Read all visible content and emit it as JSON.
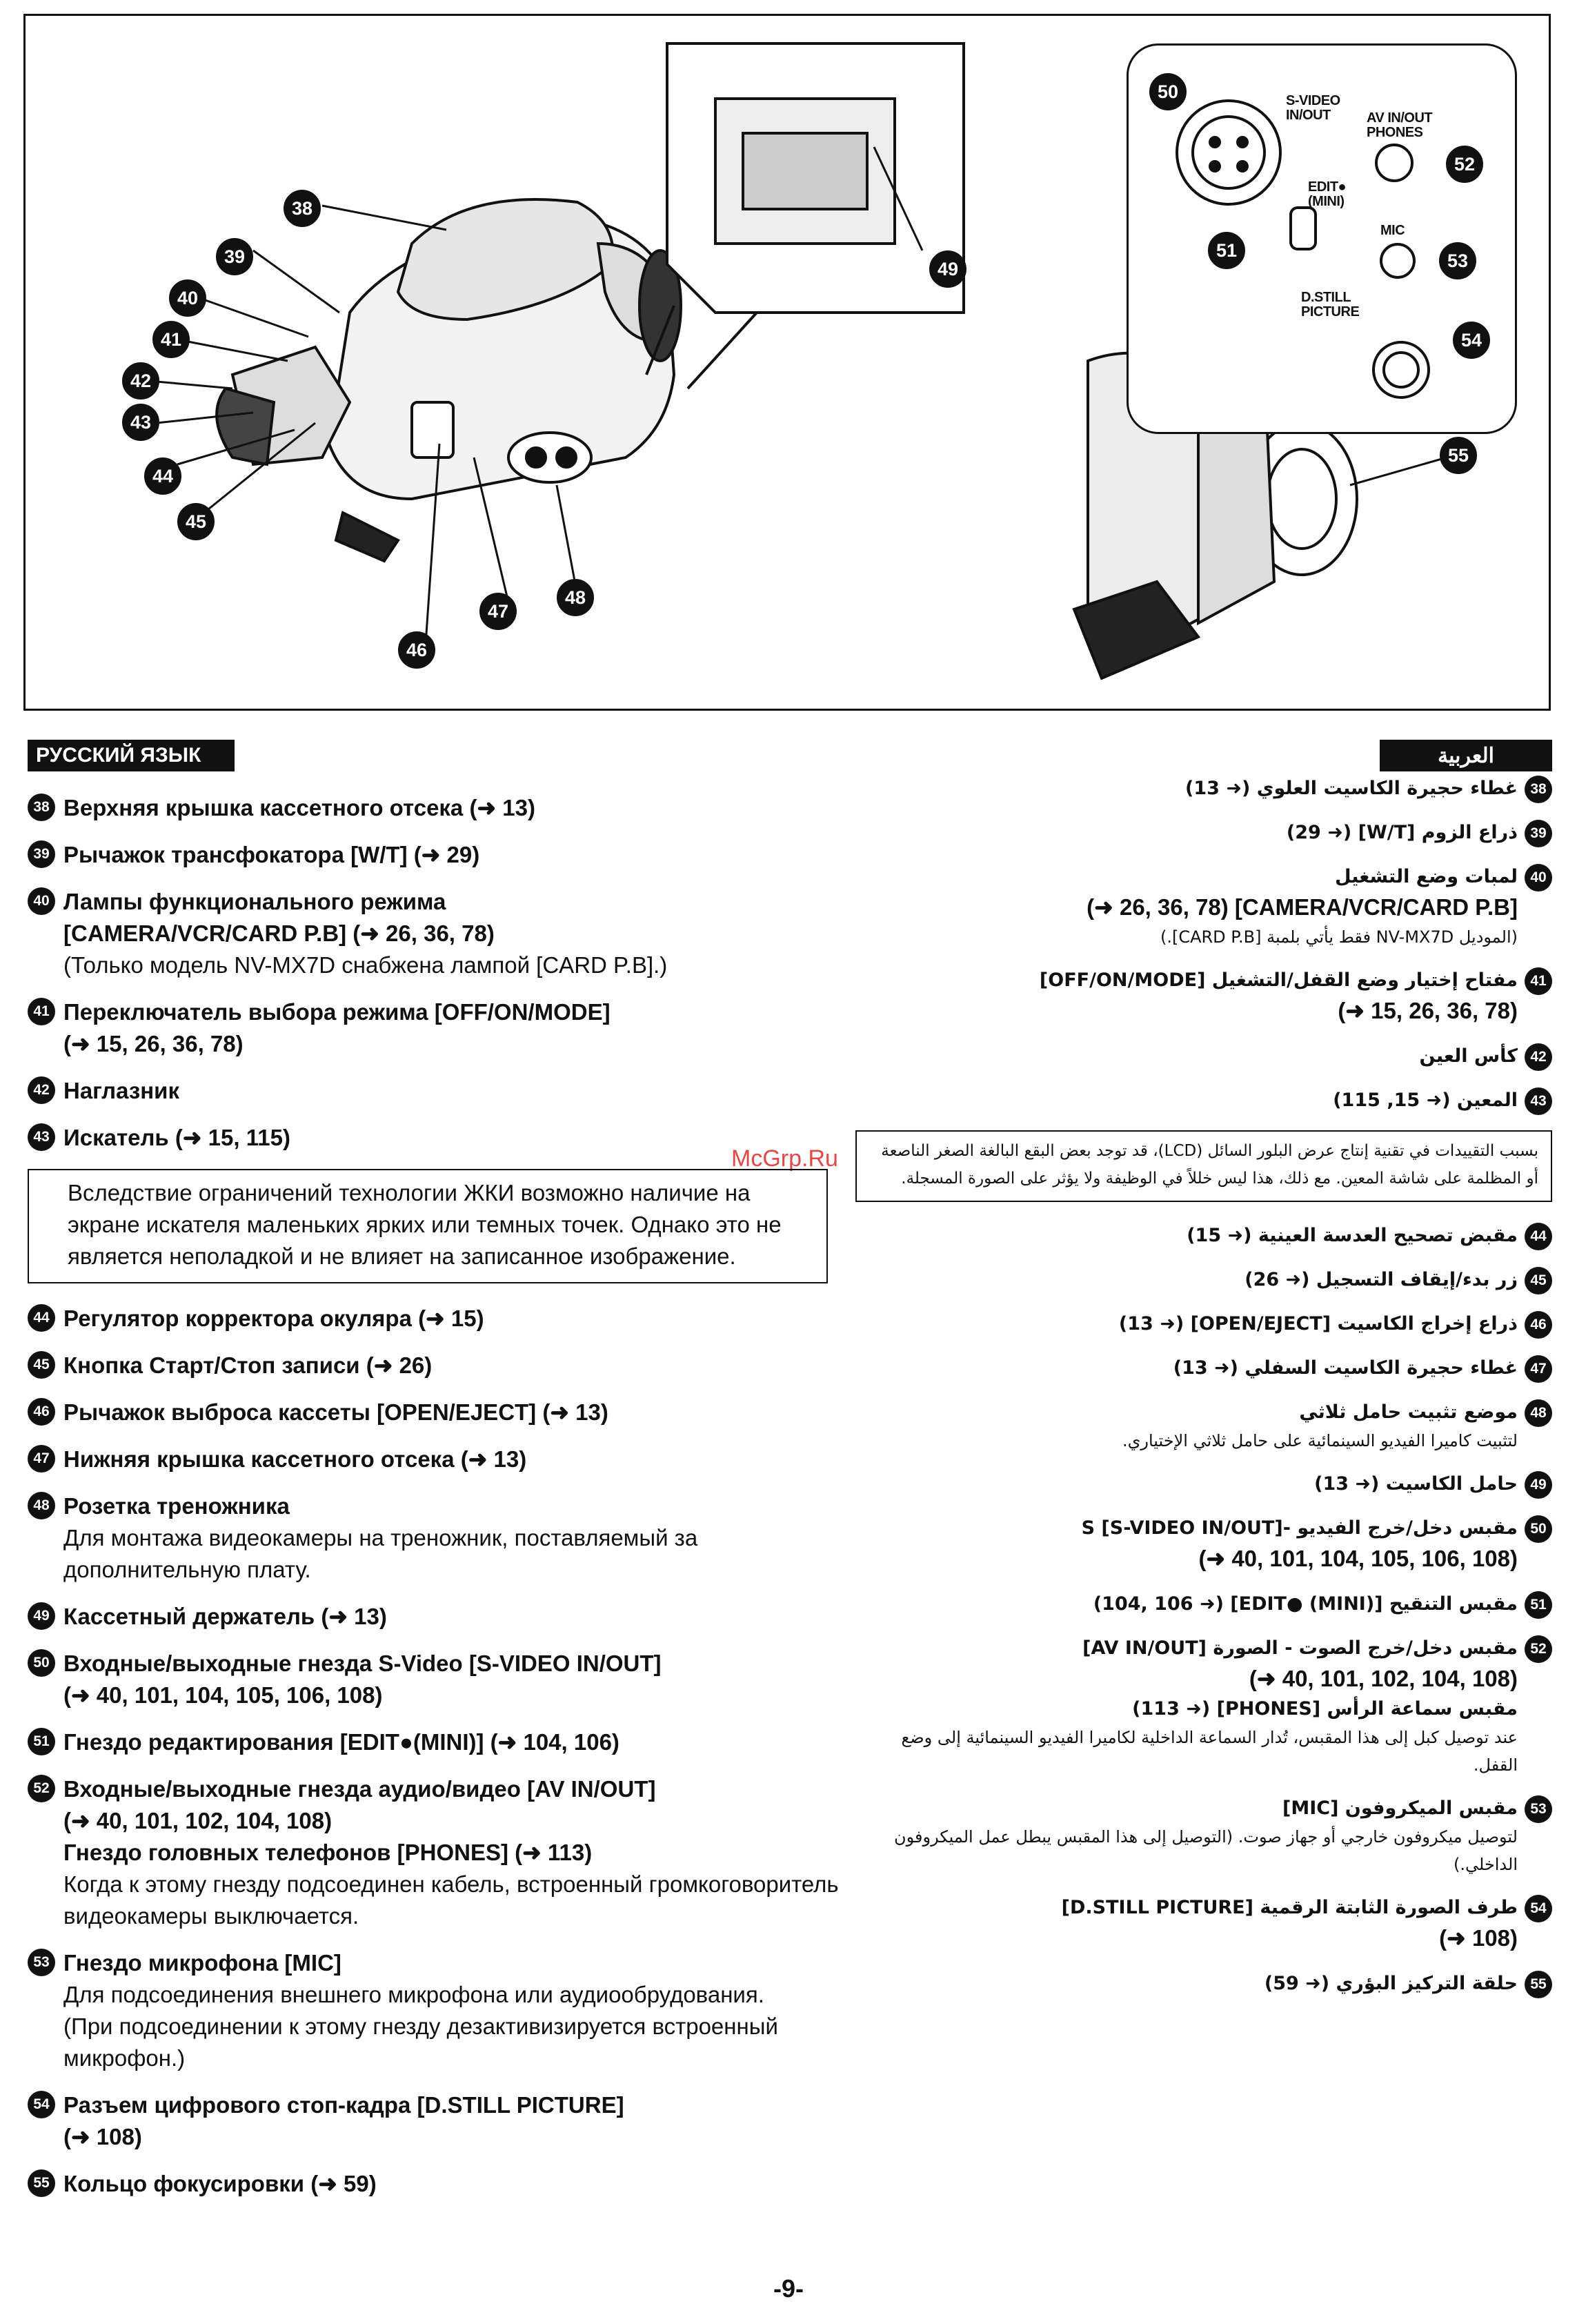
{
  "figure": {
    "body_callouts": [
      "38",
      "39",
      "40",
      "41",
      "42",
      "43",
      "44",
      "45",
      "46",
      "47",
      "48"
    ],
    "cassette_callout": "49",
    "jack_callouts": [
      "50",
      "51",
      "52",
      "53",
      "54"
    ],
    "lens_callout": "55",
    "jack_labels": {
      "s_video": "S-VIDEO\nIN/OUT",
      "av": "AV IN/OUT\nPHONES",
      "edit": "EDIT●\n(MINI)",
      "mic": "MIC",
      "dstill": "D.STILL\nPICTURE"
    }
  },
  "watermark": "McGrp.Ru",
  "ru": {
    "header": "РУССКИЙ ЯЗЫК",
    "items": [
      {
        "num": "38",
        "title": "Верхняя крышка кассетного отсека (➜ 13)"
      },
      {
        "num": "39",
        "title": "Рычажок трансфокатора [W/T] (➜ 29)"
      },
      {
        "num": "40",
        "title": "Лампы функционального режима",
        "title2": "[CAMERA/VCR/CARD P.B] (➜ 26, 36, 78)",
        "desc": "(Только модель NV-MX7D снабжена лампой [CARD P.B].)"
      },
      {
        "num": "41",
        "title": "Переключатель выбора режима [OFF/ON/MODE]",
        "title2": "(➜ 15, 26, 36, 78)"
      },
      {
        "num": "42",
        "title": "Наглазник"
      },
      {
        "num": "43",
        "title": "Искатель (➜ 15, 115)"
      }
    ],
    "note": "Вследствие ограничений технологии ЖКИ возможно наличие на экране искателя маленьких ярких или темных точек. Однако это не является неполадкой и не влияет на записанное изображение.",
    "items2": [
      {
        "num": "44",
        "title": "Регулятор корректора окуляра (➜ 15)"
      },
      {
        "num": "45",
        "title": "Кнопка Старт/Стоп записи (➜ 26)"
      },
      {
        "num": "46",
        "title": "Рычажок выброса кассеты [OPEN/EJECT] (➜ 13)"
      },
      {
        "num": "47",
        "title": "Нижняя крышка кассетного отсека (➜ 13)"
      },
      {
        "num": "48",
        "title": "Розетка треножника",
        "desc": "Для монтажа видеокамеры на треножник, поставляемый за дополнительную плату."
      },
      {
        "num": "49",
        "title": "Кассетный держатель (➜ 13)"
      },
      {
        "num": "50",
        "title": "Входные/выходные гнезда S-Video [S-VIDEO IN/OUT]",
        "title2": "(➜ 40, 101, 104, 105, 106, 108)"
      },
      {
        "num": "51",
        "title": "Гнездо редактирования [EDIT●(MINI)] (➜ 104, 106)"
      },
      {
        "num": "52",
        "title": "Входные/выходные гнезда аудио/видео [AV IN/OUT]",
        "title2": "(➜ 40, 101, 102, 104, 108)",
        "title3": "Гнездо головных телефонов [PHONES] (➜ 113)",
        "desc": "Когда к этому гнезду подсоединен кабель, встроенный громкоговоритель видеокамеры выключается."
      },
      {
        "num": "53",
        "title": "Гнездо микрофона [MIC]",
        "desc": "Для подсоединения внешнего микрофона или аудиообрудования.",
        "desc2": "(При подсоединении к этому гнезду дезактивизируется встроенный микрофон.)"
      },
      {
        "num": "54",
        "title": "Разъем цифрового стоп-кадра [D.STILL PICTURE]",
        "title2": "(➜ 108)"
      },
      {
        "num": "55",
        "title": "Кольцо фокусировки (➜ 59)"
      }
    ]
  },
  "ar": {
    "header": "العربية",
    "items": [
      {
        "num": "38",
        "title": "غطاء حجيرة الكاسيت العلوي (➜ 13)"
      },
      {
        "num": "39",
        "title": "ذراع الزوم [W/T] (➜ 29)"
      },
      {
        "num": "40",
        "title": "لمبات وضع التشغيل",
        "latin": "(➜ 26, 36, 78) [CAMERA/VCR/CARD P.B]",
        "desc": "(الموديل NV-MX7D فقط يأتي بلمبة [CARD P.B].)"
      },
      {
        "num": "41",
        "title": "مفتاح إختيار وضع القفل/التشغيل [OFF/ON/MODE]",
        "latin": "(➜ 15, 26, 36, 78)"
      },
      {
        "num": "42",
        "title": "كأس العين"
      },
      {
        "num": "43",
        "title": "المعين (➜ 15, 115)"
      }
    ],
    "note": "بسبب التقييدات في تقنية إنتاج عرض البلور السائل (LCD)، قد توجد بعض البقع البالغة الصغر الناصعة أو المظلمة على شاشة المعين. مع ذلك، هذا ليس خللاً في الوظيفة ولا يؤثر على الصورة المسجلة.",
    "items2": [
      {
        "num": "44",
        "title": "مقبض تصحيح العدسة العينية (➜ 15)"
      },
      {
        "num": "45",
        "title": "زر بدء/إيقاف التسجيل (➜ 26)"
      },
      {
        "num": "46",
        "title": "ذراع إخراج الكاسيت [OPEN/EJECT] (➜ 13)"
      },
      {
        "num": "47",
        "title": "غطاء حجيرة الكاسيت السفلي (➜ 13)"
      },
      {
        "num": "48",
        "title": "موضع تثبيت حامل ثلاثي",
        "desc": "لتثبيت كاميرا الفيديو السينمائية على حامل ثلاثي الإختياري."
      },
      {
        "num": "49",
        "title": "حامل الكاسيت (➜ 13)"
      },
      {
        "num": "50",
        "title": "مقبس دخل/خرج الفيديو -S [S-VIDEO IN/OUT]",
        "latin": "(➜ 40, 101, 104, 105, 106, 108)"
      },
      {
        "num": "51",
        "title": "مقبس التنقيح [EDIT● (MINI)] (➜ 104, 106)"
      },
      {
        "num": "52",
        "title": "مقبس دخل/خرج الصوت - الصورة [AV IN/OUT]",
        "latin": "(➜ 40, 101, 102, 104, 108)",
        "title3": "مقبس سماعة الرأس [PHONES] (➜ 113)",
        "desc": "عند توصيل كبل إلى هذا المقبس، تُدار السماعة الداخلية لكاميرا الفيديو السينمائية إلى وضع القفل."
      },
      {
        "num": "53",
        "title": "مقبس الميكروفون [MIC]",
        "desc": "لتوصيل ميكروفون خارجي أو جهاز صوت. (التوصيل إلى هذا المقبس يبطل عمل الميكروفون الداخلي.)"
      },
      {
        "num": "54",
        "title": "طرف الصورة الثابتة الرقمية [D.STILL PICTURE]",
        "latin": "(➜ 108)"
      },
      {
        "num": "55",
        "title": "حلقة التركيز البؤري (➜ 59)"
      }
    ]
  },
  "page_number": "-9-"
}
